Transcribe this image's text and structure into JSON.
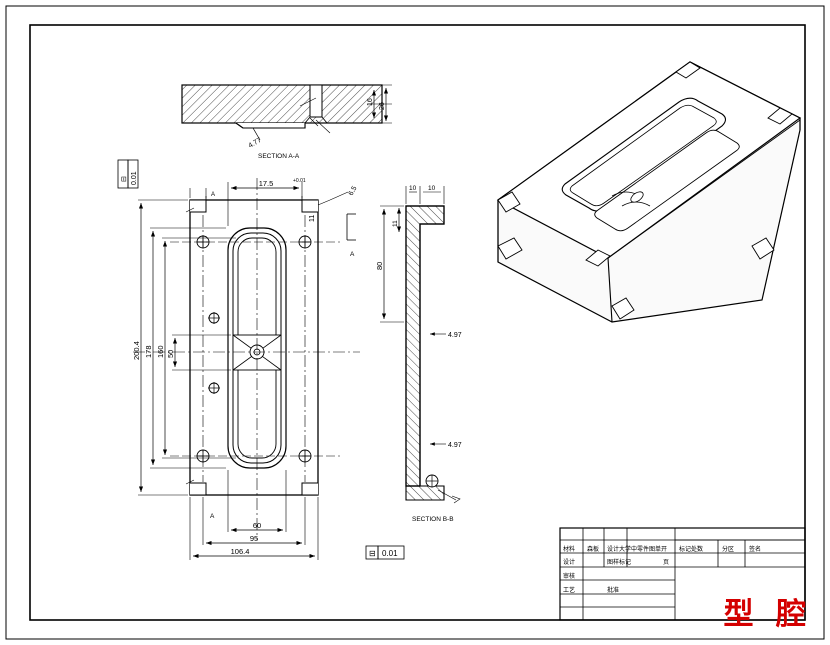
{
  "drawing": {
    "title_stamp": "型 腔",
    "sheet_border": "double-rectangle-frame",
    "views": [
      {
        "name": "section-aa",
        "label": "SECTION A-A"
      },
      {
        "name": "front-view",
        "label": ""
      },
      {
        "name": "section-bb",
        "label": "SECTION B-B"
      },
      {
        "name": "isometric-view",
        "label": ""
      }
    ]
  },
  "section_aa": {
    "caption": "SECTION A-A",
    "dims": {
      "depth_small": "16",
      "total_thickness": "26",
      "radius_note": "4.77"
    }
  },
  "front_view": {
    "dims": {
      "overall_height": "200.4",
      "inner_height_1": "178",
      "inner_height_2": "160",
      "small_height": "50",
      "overall_width": "106.4",
      "width_95": "95",
      "width_60": "60",
      "top_dim": "17.5",
      "top_dim_tol": "+0.01",
      "edge_dim_11": "11",
      "corner_dim": "6.5"
    },
    "tolerance_boxes": [
      {
        "name": "flatness-top-left",
        "symbol": "⊟",
        "value": "0.01"
      },
      {
        "name": "flatness-bottom-right",
        "symbol": "⊟",
        "value": "0.01"
      }
    ],
    "datums": [
      "A"
    ]
  },
  "section_bb": {
    "caption": "SECTION B-B",
    "dims": {
      "height_80": "80",
      "top_10": "10",
      "top_10b": "10",
      "side_11": "11",
      "radius_upper": "4.97",
      "radius_lower": "4.97"
    }
  },
  "title_block": {
    "rows": [
      {
        "name": "material-row",
        "cells": [
          "材料",
          "森板",
          "设计大学中零件图",
          "单开"
        ]
      },
      {
        "name": "design-row",
        "cells": [
          "设计",
          "",
          "图样标记",
          "页"
        ]
      },
      {
        "name": "review-row",
        "cells": [
          "审核",
          "",
          "",
          ""
        ]
      },
      {
        "name": "process-row",
        "cells": [
          "工艺",
          "",
          "批准",
          ""
        ]
      }
    ],
    "right_header": [
      "标记处数",
      "分区",
      "签名"
    ],
    "empty_right_block": ""
  }
}
